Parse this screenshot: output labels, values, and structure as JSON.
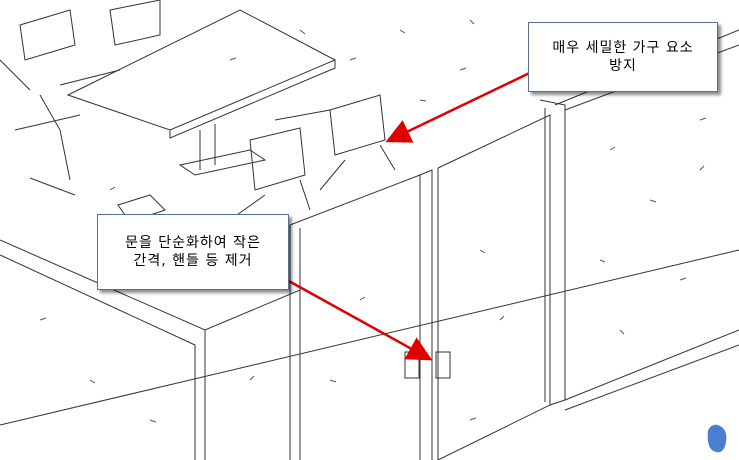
{
  "callouts": {
    "furniture": {
      "line1": "매우 세밀한 가구 요소",
      "line2": "방지"
    },
    "door": {
      "line1": "문을 단순화하여 작은",
      "line2": "간격, 핸들 등 제거"
    }
  },
  "colors": {
    "arrow": "#e00000",
    "line": "#333333",
    "callout_border": "#5a6f8f"
  }
}
